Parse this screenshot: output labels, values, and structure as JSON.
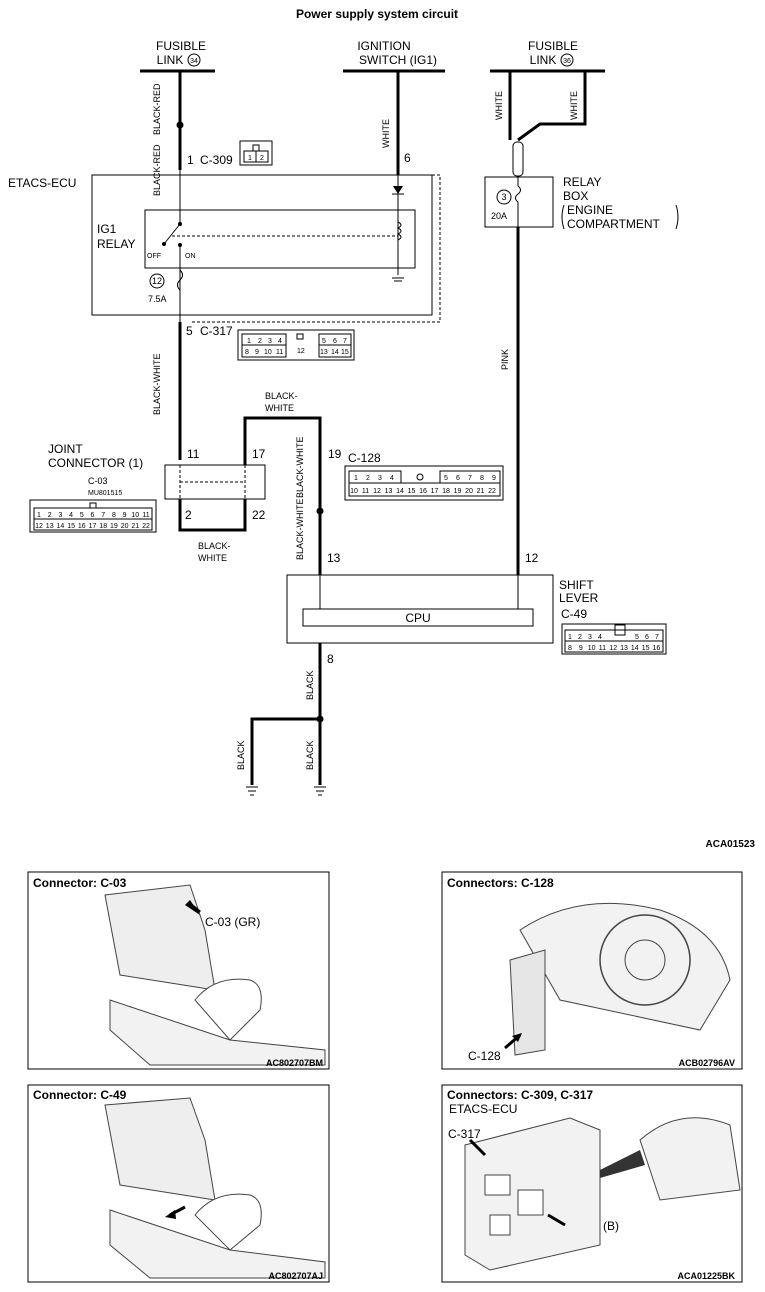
{
  "title": "Power supply system circuit",
  "diagram_id": "ACA01523",
  "labels": {
    "fusible_link_34_a": "FUSIBLE",
    "fusible_link_34_b": "LINK",
    "fusible_link_34_num": "34",
    "ignition_switch_a": "IGNITION",
    "ignition_switch_b": "SWITCH (IG1)",
    "fusible_link_36_a": "FUSIBLE",
    "fusible_link_36_b": "LINK",
    "fusible_link_36_num": "36",
    "etacs_ecu": "ETACS-ECU",
    "ig1_relay_a": "IG1",
    "ig1_relay_b": "RELAY",
    "off": "OFF",
    "on": "ON",
    "fuse12_num": "12",
    "fuse12_amp": "7.5A",
    "relay_box_a": "RELAY",
    "relay_box_b": "BOX",
    "relay_box_c": "ENGINE",
    "relay_box_d": "COMPARTMENT",
    "fuse3_num": "3",
    "fuse3_amp": "20A",
    "joint_connector_a": "JOINT",
    "joint_connector_b": "CONNECTOR (1)",
    "joint_conn_id": "C-03",
    "joint_part_no": "MU801515",
    "shift_lever_a": "SHIFT",
    "shift_lever_b": "LEVER",
    "cpu": "CPU"
  },
  "connectors": {
    "c309": "C-309",
    "c317": "C-317",
    "c128": "C-128",
    "c49": "C-49"
  },
  "pins": {
    "p1": "1",
    "p6": "6",
    "p5": "5",
    "p11": "11",
    "p17": "17",
    "p19": "19",
    "p2": "2",
    "p22": "22",
    "p13": "13",
    "p12": "12",
    "p8": "8"
  },
  "wires": {
    "black_red": "BLACK-RED",
    "white": "WHITE",
    "black_white": "BLACK-WHITE",
    "black": "BLACK",
    "pink": "PINK",
    "black_white_top": "BLACK-",
    "white_bottom": "WHITE"
  },
  "pin_tables": {
    "c309": [
      "1",
      "2"
    ],
    "c317_top": [
      "1",
      "2",
      "3",
      "4",
      "12",
      "5",
      "6",
      "7"
    ],
    "c317_bottom": [
      "8",
      "9",
      "10",
      "11",
      "13",
      "14",
      "15"
    ],
    "c128_top": [
      "5",
      "6",
      "7",
      "8",
      "9"
    ],
    "c128_top_left": [
      "1",
      "2",
      "3",
      "4"
    ],
    "c128_bottom": [
      "10",
      "11",
      "12",
      "13",
      "14",
      "15",
      "16",
      "17",
      "18",
      "19",
      "20",
      "21",
      "22"
    ],
    "c03_top": [
      "1",
      "2",
      "3",
      "4",
      "5",
      "6",
      "7",
      "8",
      "9",
      "10",
      "11"
    ],
    "c03_bottom": [
      "12",
      "13",
      "14",
      "15",
      "16",
      "17",
      "18",
      "19",
      "20",
      "21",
      "22"
    ],
    "c49_top": [
      "1",
      "2",
      "3",
      "4",
      "5",
      "6",
      "7"
    ],
    "c49_bottom": [
      "8",
      "9",
      "10",
      "11",
      "12",
      "13",
      "14",
      "15",
      "16"
    ]
  },
  "panels": [
    {
      "title": "Connector: C-03",
      "callout": "C-03 (GR)",
      "code": "AC802707BM"
    },
    {
      "title": "Connectors: C-128",
      "callout": "C-128",
      "code": "ACB02796AV"
    },
    {
      "title": "Connector: C-49",
      "callout": "",
      "code": "AC802707AJ"
    },
    {
      "title": "Connectors: C-309, C-317",
      "subtitle": "ETACS-ECU",
      "callout": "C-317",
      "callout2": "C-309 (B)",
      "code": "ACA01225BK"
    }
  ]
}
